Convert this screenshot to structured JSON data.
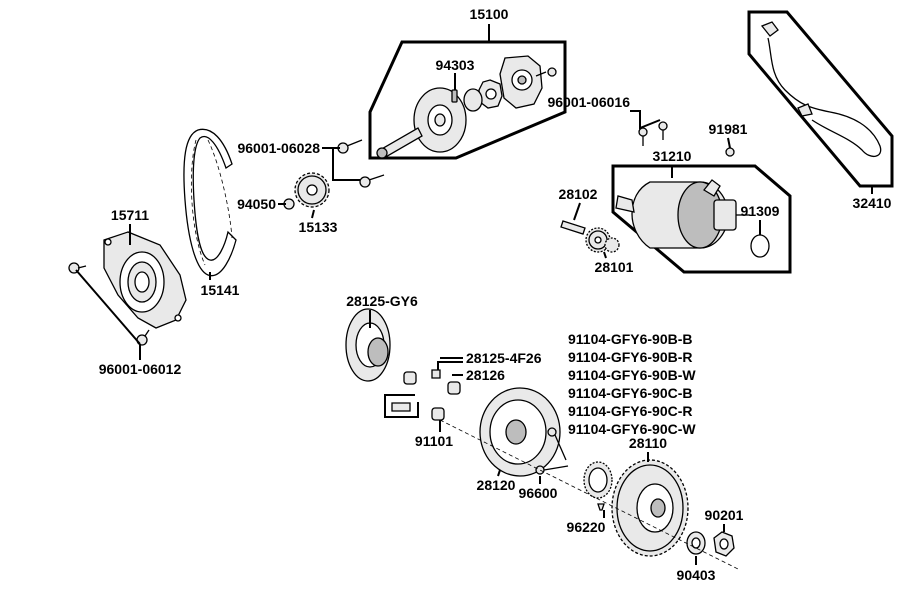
{
  "labels": {
    "p15100": "15100",
    "p94303": "94303",
    "p96001_06028": "96001-06028",
    "p94050": "94050",
    "p15133": "15133",
    "p15711": "15711",
    "p15141": "15141",
    "p96001_06012": "96001-06012",
    "p96001_06016": "96001-06016",
    "p91981": "91981",
    "p31210": "31210",
    "p28102": "28102",
    "p91309": "91309",
    "p28101": "28101",
    "p32410": "32410",
    "p28125_gy6": "28125-GY6",
    "p28125_4f26": "28125-4F26",
    "p28126": "28126",
    "p91101": "91101",
    "p28120": "28120",
    "p96600": "96600",
    "p96220": "96220",
    "p28110": "28110",
    "p90201": "90201",
    "p90403": "90403",
    "bearing_variants": [
      "91104-GFY6-90B-B",
      "91104-GFY6-90B-R",
      "91104-GFY6-90B-W",
      "91104-GFY6-90C-B",
      "91104-GFY6-90C-R",
      "91104-GFY6-90C-W"
    ]
  }
}
